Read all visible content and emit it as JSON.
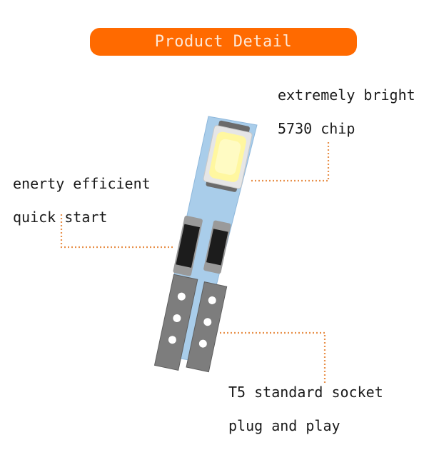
{
  "banner": {
    "title": "Product Detail",
    "color": "#ff6a00"
  },
  "callouts": {
    "top_right": {
      "line1": "extremely bright",
      "line2": "5730 chip"
    },
    "left": {
      "line1": "enerty efficient",
      "line2": "quick start"
    },
    "bottom_right": {
      "line1": "T5 standard socket",
      "line2": "plug and play"
    }
  },
  "colors": {
    "leader_line": "#e8904a",
    "pcb": "#a9cdea",
    "led": "#fff7a0"
  },
  "image": {
    "subject": "T5 LED bulb with 5730 SMD chip"
  }
}
